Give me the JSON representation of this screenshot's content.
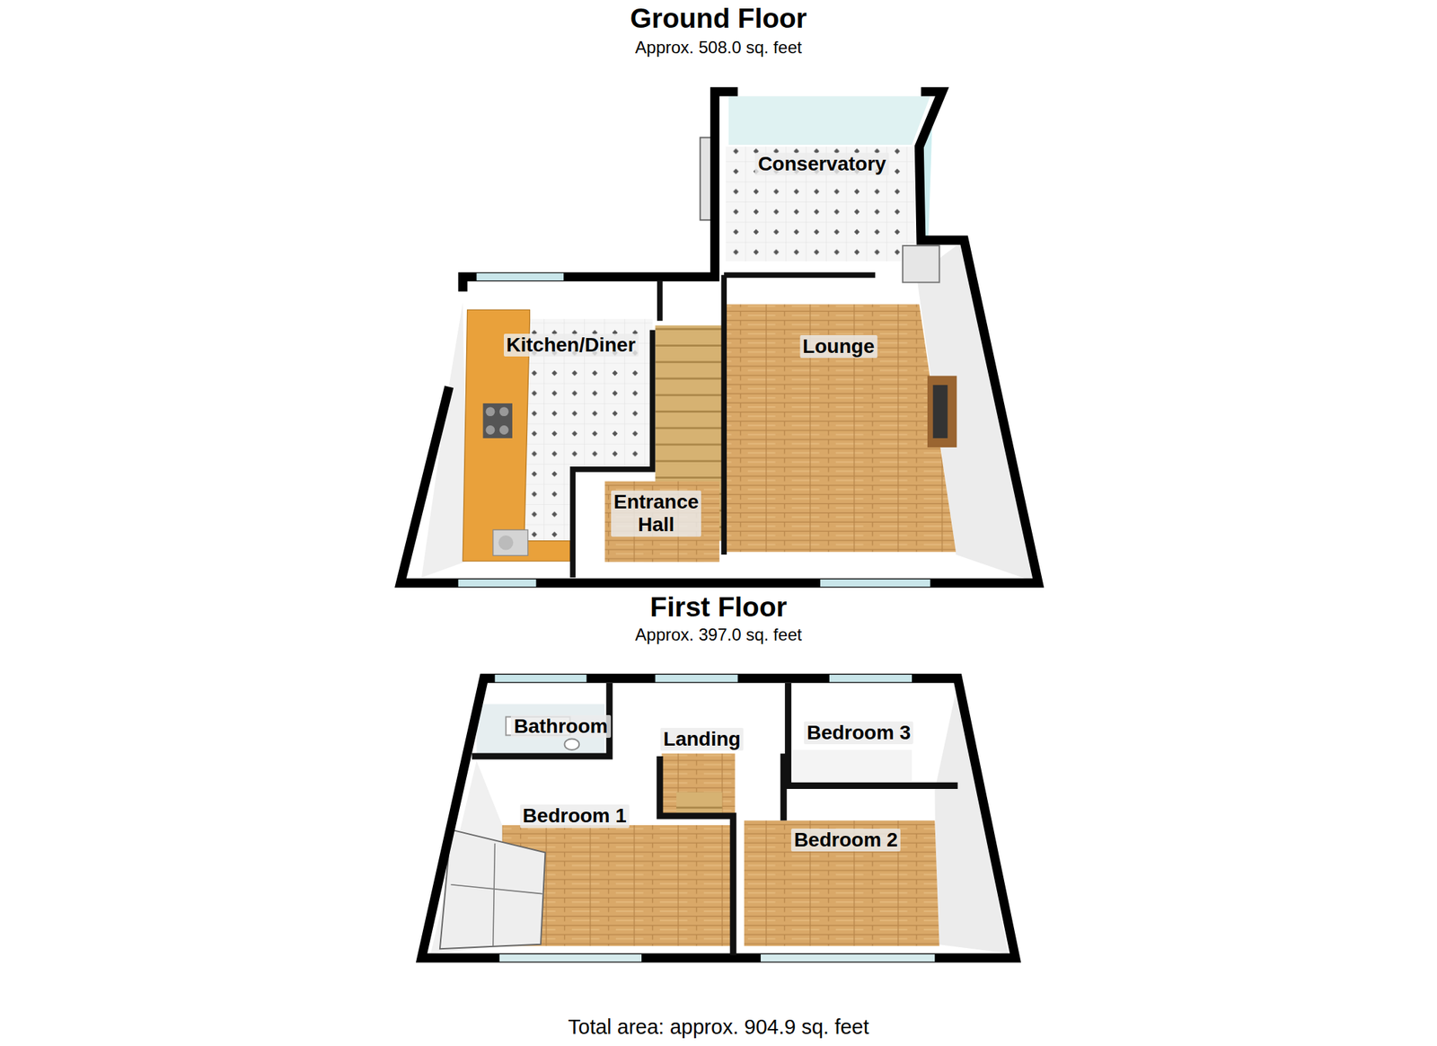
{
  "diagram": {
    "caption": "Total area: approx. 904.9 sq. feet",
    "nodes": [
      {
        "text": [
          "Ground Floor",
          "Approx. 508.0 sq. feet"
        ]
      },
      {
        "text": [
          "Conservatory"
        ],
        "in": 0
      },
      {
        "text": [
          "Kitchen/Diner"
        ],
        "in": 0
      },
      {
        "text": [
          "Lounge"
        ],
        "in": 0
      },
      {
        "text": [
          "Entrance Hall"
        ],
        "in": 0
      },
      {
        "text": [
          "First Floor",
          "Approx. 397.0 sq. feet"
        ]
      },
      {
        "text": [
          "Bathroom"
        ],
        "in": 5
      },
      {
        "text": [
          "Landing"
        ],
        "in": 5
      },
      {
        "text": [
          "Bedroom 3"
        ],
        "in": 5
      },
      {
        "text": [
          "Bedroom 1"
        ],
        "in": 5
      },
      {
        "text": [
          "Bedroom 2"
        ],
        "in": 5
      }
    ]
  }
}
